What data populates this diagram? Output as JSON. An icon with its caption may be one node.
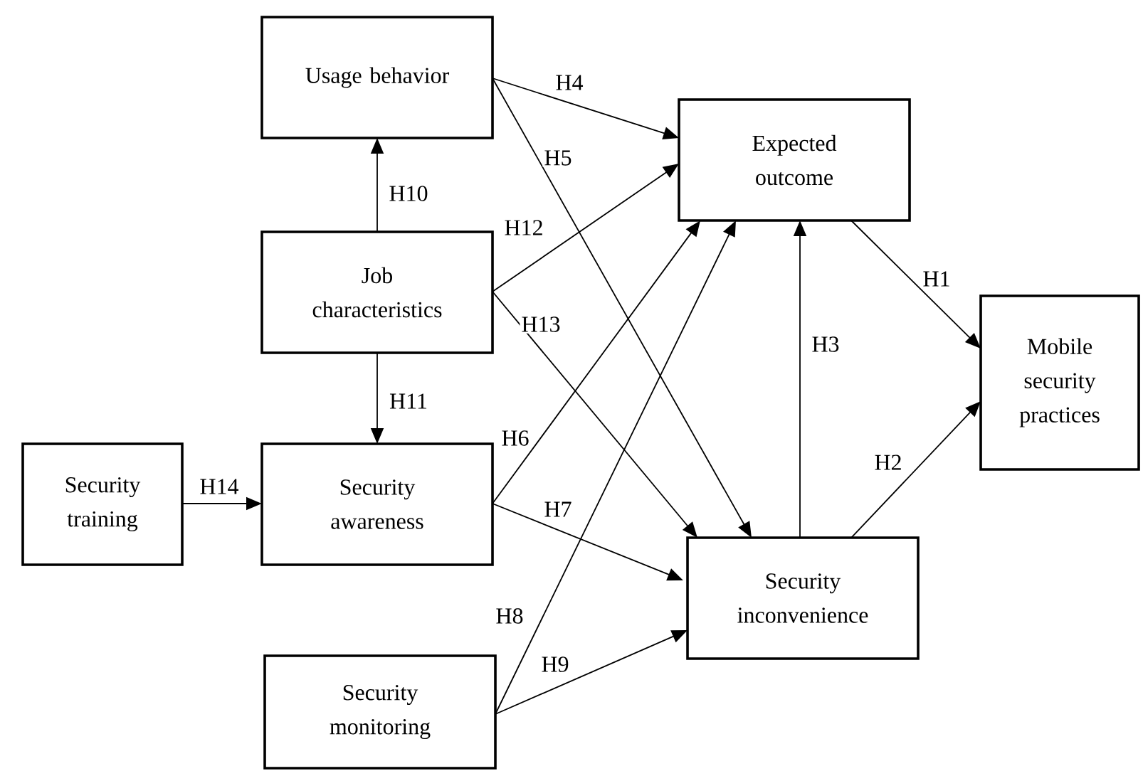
{
  "diagram": {
    "nodes": [
      {
        "text": [
          "Usage behavior"
        ]
      },
      {
        "text": [
          "Expected outcome"
        ]
      },
      {
        "text": [
          "Job characteristics"
        ]
      },
      {
        "text": [
          "Mobile security practices"
        ]
      },
      {
        "text": [
          "Security training"
        ]
      },
      {
        "text": [
          "Security awareness"
        ]
      },
      {
        "text": [
          "Security inconvenience"
        ]
      },
      {
        "text": [
          "Security monitoring"
        ]
      }
    ],
    "edges": [
      {
        "from": 2,
        "to": 0,
        "arrow": "to",
        "label": "H10"
      },
      {
        "from": 0,
        "to": 1,
        "arrow": "to",
        "label": "H4"
      },
      {
        "from": 0,
        "to": 6,
        "arrow": "to",
        "label": "H5"
      },
      {
        "from": 2,
        "to": 1,
        "arrow": "to",
        "label": "H12"
      },
      {
        "from": 2,
        "to": 6,
        "arrow": "to",
        "label": "H13"
      },
      {
        "from": 2,
        "to": 5,
        "arrow": "to",
        "label": "H11"
      },
      {
        "from": 4,
        "to": 5,
        "arrow": "to",
        "label": "H14"
      },
      {
        "from": 5,
        "to": 1,
        "arrow": "to",
        "label": "H6"
      },
      {
        "from": 5,
        "to": 6,
        "arrow": "to",
        "label": "H7"
      },
      {
        "from": 7,
        "to": 1,
        "arrow": "to",
        "label": "H8"
      },
      {
        "from": 7,
        "to": 6,
        "arrow": "to",
        "label": "H9"
      },
      {
        "from": 6,
        "to": 1,
        "arrow": "to",
        "label": "H3"
      },
      {
        "from": 1,
        "to": 3,
        "arrow": "to",
        "label": "H1"
      },
      {
        "from": 6,
        "to": 3,
        "arrow": "to",
        "label": "H2"
      }
    ]
  }
}
